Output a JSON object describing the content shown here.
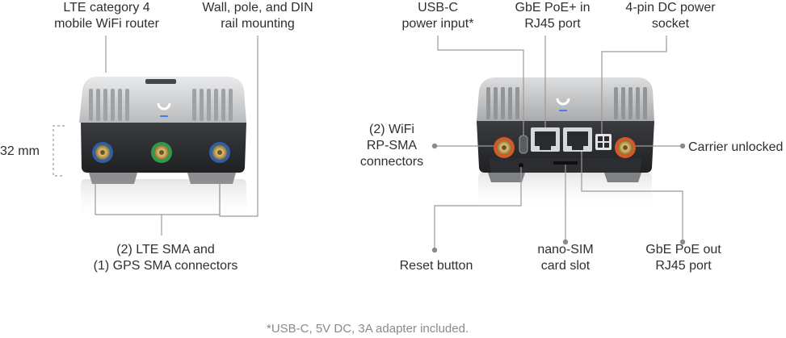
{
  "labels": {
    "lte_router": [
      "LTE category 4",
      "mobile WiFi router"
    ],
    "mounting": [
      "Wall, pole, and DIN",
      "rail mounting"
    ],
    "height": "32 mm",
    "lte_sma": [
      "(2) LTE SMA and",
      "(1) GPS SMA connectors"
    ],
    "usbc": [
      "USB-C",
      "power input*"
    ],
    "gbe_poe_in": [
      "GbE PoE+ in",
      "RJ45 port"
    ],
    "dc_power": [
      "4-pin DC power",
      "socket"
    ],
    "wifi_rpsma": [
      "(2) WiFi",
      "RP-SMA",
      "connectors"
    ],
    "carrier": "Carrier unlocked",
    "reset": "Reset button",
    "nano_sim": [
      "nano-SIM",
      "card slot"
    ],
    "gbe_poe_out": [
      "GbE PoE out",
      "RJ45 port"
    ]
  },
  "footnote": "*USB-C, 5V DC, 3A adapter included.",
  "colors": {
    "lte_ring": "#2f5fa8",
    "gps_ring": "#2e9a4a",
    "wifi_ring": "#d5582a",
    "status_led": "#3d7ff0"
  }
}
